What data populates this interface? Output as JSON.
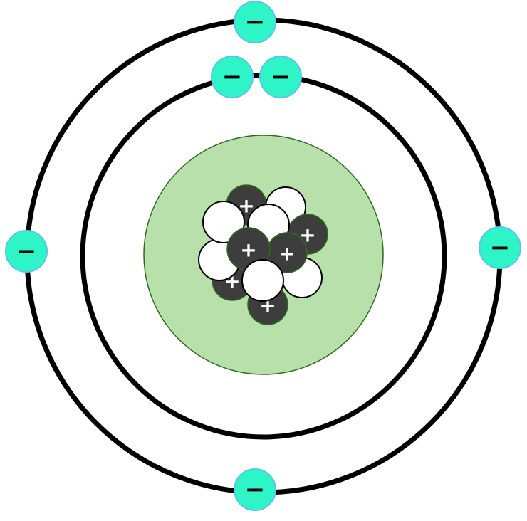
{
  "diagram": {
    "colors": {
      "background": "#ffffff",
      "orbit_stroke": "#000000",
      "nucleus_fill": "#b8e0ab",
      "nucleus_stroke": "#2e6b1e",
      "electron_fill": "#2ef5c8",
      "electron_stroke": "#5cc4e8",
      "proton_fill": "#3d3d3d",
      "proton_stroke": "#2e6b1e",
      "neutron_fill": "#ffffff",
      "neutron_stroke": "#000000",
      "sign_on_proton": "#ffffff",
      "sign_on_electron": "#000000"
    },
    "signs": {
      "proton": "+",
      "electron": "−"
    },
    "counts": {
      "protons": 6,
      "neutrons": 6,
      "electrons": 6,
      "electron_shells": 2,
      "inner_shell_electrons": 2,
      "outer_shell_electrons": 4
    }
  }
}
